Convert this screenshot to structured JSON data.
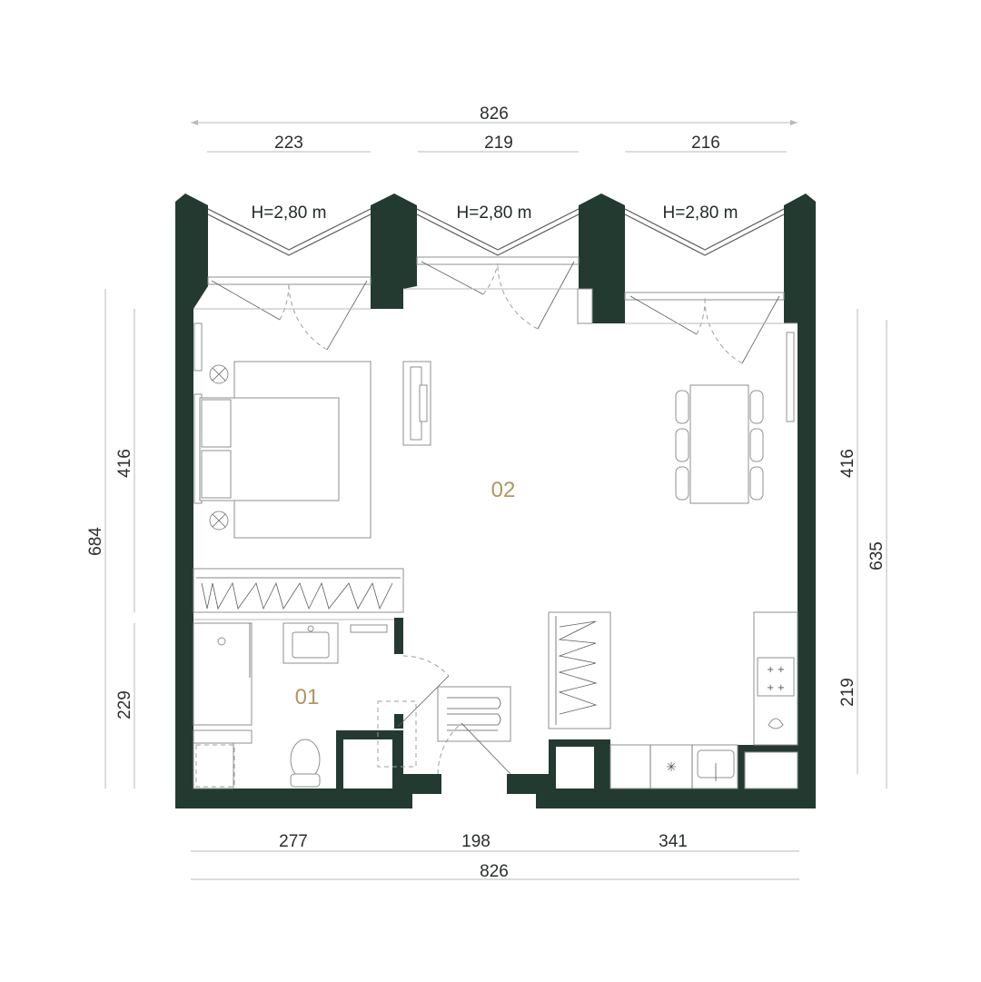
{
  "dimensions": {
    "top_total": "826",
    "top_segments": [
      "223",
      "219",
      "216"
    ],
    "bottom_total": "826",
    "bottom_segments": [
      "277",
      "198",
      "341"
    ],
    "left_total": "684",
    "left_upper": "416",
    "left_lower": "229",
    "right_total": "635",
    "right_upper": "416",
    "right_lower": "219"
  },
  "ceiling_heights": [
    "H=2,80 m",
    "H=2,80 m",
    "H=2,80 m"
  ],
  "rooms": {
    "bathroom": "01",
    "living": "02"
  },
  "colors": {
    "wall": "#233a31",
    "room_label": "#b39562",
    "dimension_text": "#2a2f2c"
  }
}
